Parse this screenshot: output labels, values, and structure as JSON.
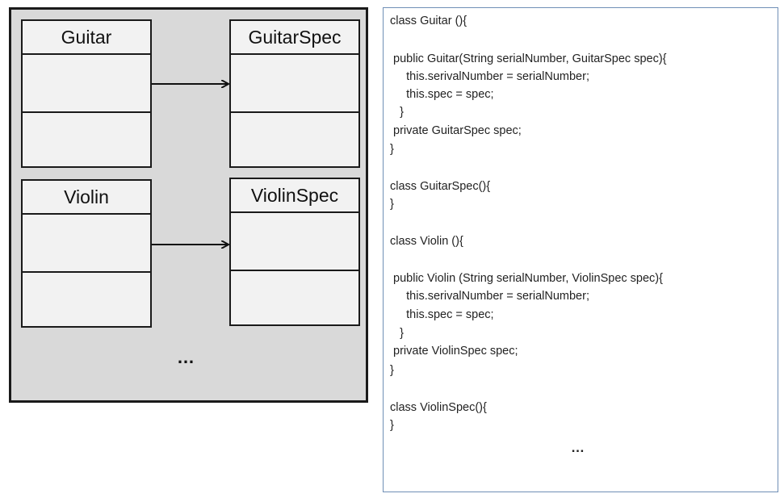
{
  "diagram": {
    "classes": [
      {
        "name": "Guitar"
      },
      {
        "name": "GuitarSpec"
      },
      {
        "name": "Violin"
      },
      {
        "name": "ViolinSpec"
      }
    ],
    "ellipsis": "…"
  },
  "code": {
    "lines": [
      "class Guitar (){",
      " public Guitar(String serialNumber, GuitarSpec spec){",
      "     this.serivalNumber = serialNumber;",
      "     this.spec = spec;",
      "   }",
      " private GuitarSpec spec;",
      "}",
      "class GuitarSpec(){",
      "}",
      "class Violin (){",
      " public Violin (String serialNumber, ViolinSpec spec){",
      "     this.serivalNumber = serialNumber;",
      "     this.spec = spec;",
      "   }",
      " private ViolinSpec spec;",
      "}",
      "class ViolinSpec(){",
      "}"
    ],
    "ellipsis": "…"
  }
}
